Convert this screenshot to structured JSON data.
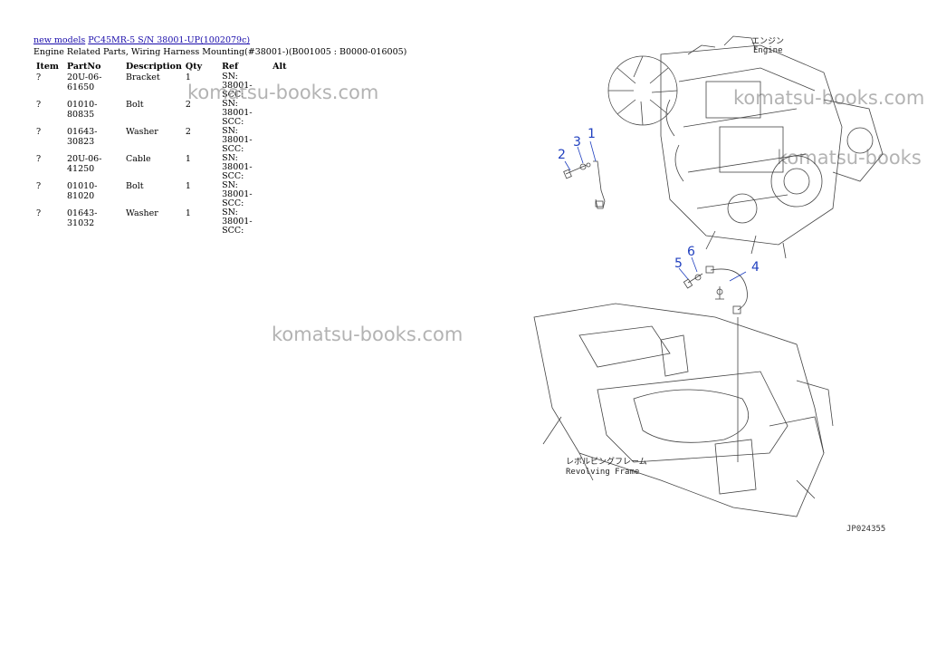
{
  "breadcrumb": {
    "link1": "new models",
    "link2": "PC45MR-5 S/N 38001-UP(1002079c)"
  },
  "subtitle": "Engine Related Parts, Wiring Harness Mounting(#38001-)(B001005 : B0000-016005)",
  "table": {
    "headers": [
      "Item",
      "PartNo",
      "Description",
      "Qty",
      "Ref",
      "Alt"
    ],
    "rows": [
      {
        "item": "?",
        "partno": "20U-06-61650",
        "desc": "Bracket",
        "qty": "1",
        "ref": "SN: 38001-SCC:",
        "alt": ""
      },
      {
        "item": "?",
        "partno": "01010-80835",
        "desc": "Bolt",
        "qty": "2",
        "ref": "SN: 38001-SCC:",
        "alt": ""
      },
      {
        "item": "?",
        "partno": "01643-30823",
        "desc": "Washer",
        "qty": "2",
        "ref": "SN: 38001-SCC:",
        "alt": ""
      },
      {
        "item": "?",
        "partno": "20U-06-41250",
        "desc": "Cable",
        "qty": "1",
        "ref": "SN: 38001-SCC:",
        "alt": ""
      },
      {
        "item": "?",
        "partno": "01010-81020",
        "desc": "Bolt",
        "qty": "1",
        "ref": "SN: 38001-SCC:",
        "alt": ""
      },
      {
        "item": "?",
        "partno": "01643-31032",
        "desc": "Washer",
        "qty": "1",
        "ref": "SN: 38001-SCC:",
        "alt": ""
      }
    ]
  },
  "watermarks": [
    "komatsu-books.com",
    "komatsu-books.com",
    "komatsu-books",
    "komatsu-books.com"
  ],
  "diagram": {
    "callouts": [
      "1",
      "2",
      "3",
      "4",
      "5",
      "6"
    ],
    "engine_label_jp": "エンジン",
    "engine_label": "Engine",
    "frame_label_jp": "レボルビングフレーム",
    "frame_label": "Revolving Frame",
    "drawing_code": "JP024355",
    "callout_color": "#1f3fbf"
  }
}
